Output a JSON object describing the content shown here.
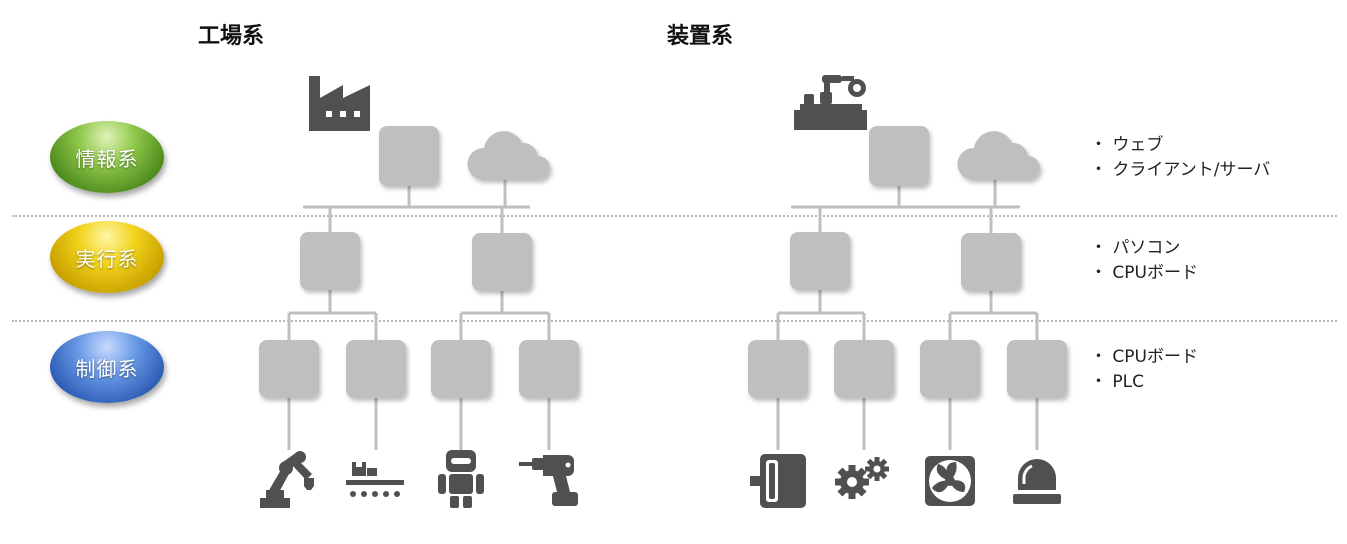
{
  "columns": {
    "factory": "工場系",
    "equipment": "装置系"
  },
  "levels": {
    "info": "情報系",
    "exec": "実行系",
    "ctrl": "制御系"
  },
  "notes": {
    "info": [
      "・ ウェブ",
      "・ クライアント/サーバ"
    ],
    "exec": [
      "・ パソコン",
      "・ CPUボード"
    ],
    "ctrl": [
      "・ CPUボード",
      "・ PLC"
    ]
  },
  "colors": {
    "node": "#bfbfbf",
    "icon": "#505050",
    "info_level": "#6aa832",
    "exec_level": "#e8c40c",
    "ctrl_level": "#3e6fc8"
  },
  "icons": {
    "factory_top": "factory-icon",
    "equipment_top": "machine-station-icon",
    "cloud": "cloud-icon",
    "devices_factory": [
      "robot-arm-icon",
      "conveyor-icon",
      "robot-icon",
      "drill-icon"
    ],
    "devices_equipment": [
      "motor-icon",
      "gears-icon",
      "fan-icon",
      "warning-light-icon"
    ]
  }
}
